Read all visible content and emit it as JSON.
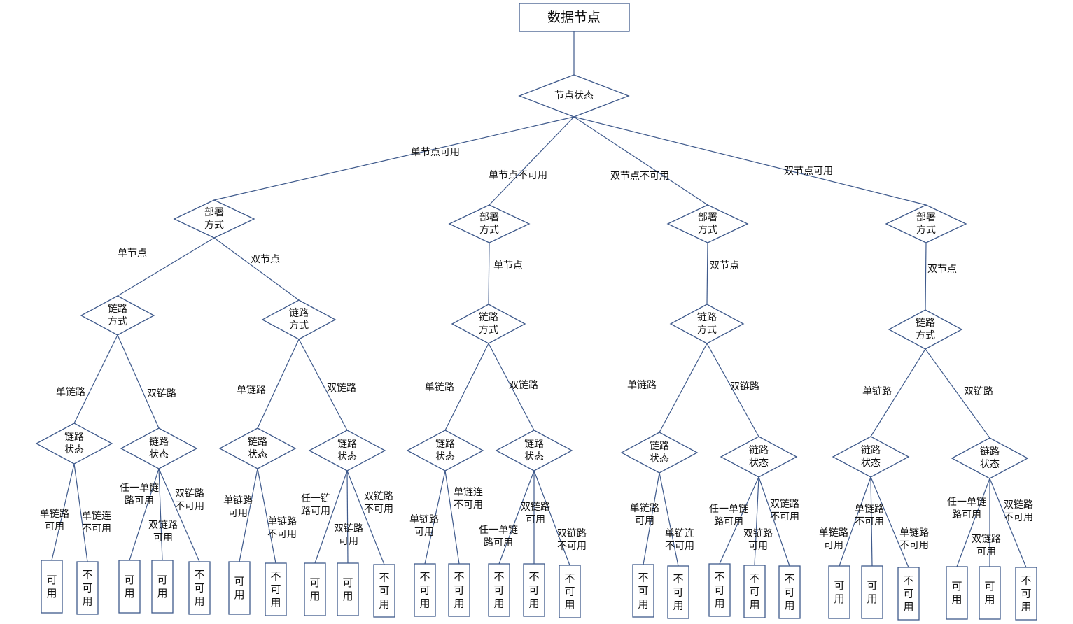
{
  "root": {
    "label": "数据节点"
  },
  "node_status": {
    "label": "节点状态"
  },
  "deploy_label": "部署\n方式",
  "link_mode_label": "链路\n方式",
  "link_status_label": "链路\n状态",
  "branches": [
    {
      "edge_label": "单节点可用",
      "deploy_options": [
        {
          "edge_label": "单节点",
          "links": [
            {
              "edge_label": "单链路",
              "outcomes": [
                {
                  "edge_label": "单链路\n可用",
                  "result": "可用"
                },
                {
                  "edge_label": "单链连\n不可用",
                  "result": "不可用"
                }
              ]
            },
            {
              "edge_label": "双链路",
              "outcomes": [
                {
                  "edge_label": "任一单链\n路可用",
                  "result": "可用"
                },
                {
                  "edge_label": "双链路\n可用",
                  "result": "可用"
                },
                {
                  "edge_label": "双链路\n不可用",
                  "result": "不可用"
                }
              ]
            }
          ]
        },
        {
          "edge_label": "双节点",
          "links": [
            {
              "edge_label": "单链路",
              "outcomes": [
                {
                  "edge_label": "单链路\n可用",
                  "result": "可用"
                },
                {
                  "edge_label": "单链路\n不可用",
                  "result": "不可用"
                }
              ]
            },
            {
              "edge_label": "双链路",
              "outcomes": [
                {
                  "edge_label": "任一链\n路可用",
                  "result": "可用"
                },
                {
                  "edge_label": "双链路\n可用",
                  "result": "可用"
                },
                {
                  "edge_label": "双链路\n不可用",
                  "result": "不可用"
                }
              ]
            }
          ]
        }
      ]
    },
    {
      "edge_label": "单节点不可用",
      "deploy_options": [
        {
          "edge_label": "单节点",
          "links": [
            {
              "edge_label": "单链路",
              "outcomes": [
                {
                  "edge_label": "单链路\n可用",
                  "result": "不可用"
                },
                {
                  "edge_label": "单链连\n不可用",
                  "result": "不可用"
                }
              ]
            },
            {
              "edge_label": "双链路",
              "outcomes": [
                {
                  "edge_label": "任一单链\n路可用",
                  "result": "不可用"
                },
                {
                  "edge_label": "双链路\n可用",
                  "result": "不可用"
                },
                {
                  "edge_label": "双链路\n不可用",
                  "result": "不可用"
                }
              ]
            }
          ]
        }
      ]
    },
    {
      "edge_label": "双节点不可用",
      "deploy_options": [
        {
          "edge_label": "双节点",
          "links": [
            {
              "edge_label": "单链路",
              "outcomes": [
                {
                  "edge_label": "单链路\n可用",
                  "result": "不可用"
                },
                {
                  "edge_label": "单链连\n不可用",
                  "result": "不可用"
                }
              ]
            },
            {
              "edge_label": "双链路",
              "outcomes": [
                {
                  "edge_label": "任一单链\n路可用",
                  "result": "不可用"
                },
                {
                  "edge_label": "双链路\n可用",
                  "result": "不可用"
                },
                {
                  "edge_label": "双链路\n不可用",
                  "result": "不可用"
                }
              ]
            }
          ]
        }
      ]
    },
    {
      "edge_label": "双节点可用",
      "deploy_options": [
        {
          "edge_label": "双节点",
          "links": [
            {
              "edge_label": "单链路",
              "outcomes": [
                {
                  "edge_label": "单链路\n可用",
                  "result": "可用"
                },
                {
                  "edge_label": "单链路\n不可用",
                  "result": "可用"
                },
                {
                  "edge_label": "单链路\n不可用",
                  "result": "不可用"
                }
              ]
            },
            {
              "edge_label": "双链路",
              "outcomes": [
                {
                  "edge_label": "任一单链\n路可用",
                  "result": "可用"
                },
                {
                  "edge_label": "双链路\n可用",
                  "result": "可用"
                },
                {
                  "edge_label": "双链路\n不可用",
                  "result": "不可用"
                }
              ]
            }
          ]
        }
      ]
    }
  ]
}
